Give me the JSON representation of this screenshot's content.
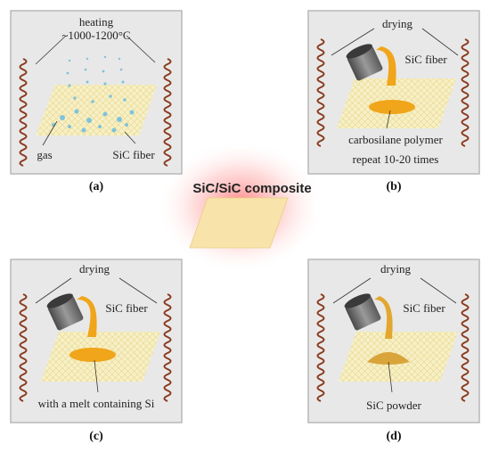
{
  "center": {
    "title": "SiC/SiC composite"
  },
  "panel_a": {
    "caption": "(a)",
    "heating_line1": "heating",
    "heating_line2": "~1000-1200°C",
    "gas": "gas",
    "fiber": "SiC fiber"
  },
  "panel_b": {
    "caption": "(b)",
    "drying": "drying",
    "fiber": "SiC fiber",
    "material": "carbosilane polymer",
    "repeat": "repeat 10-20 times"
  },
  "panel_c": {
    "caption": "(c)",
    "drying": "drying",
    "fiber": "SiC fiber",
    "material": "with a melt containing Si"
  },
  "panel_d": {
    "caption": "(d)",
    "drying": "drying",
    "fiber": "SiC fiber",
    "material": "SiC powder"
  },
  "colors": {
    "panel_bg": "#e8e8e8",
    "panel_border": "#b8b8b8",
    "mesh": "#f6efc0",
    "coil": "#8a3a1c",
    "liquid": "#f0a51a",
    "bubble": "#7fc3da",
    "glow": "#ff5a5a",
    "composite": "#f8e3aa"
  }
}
